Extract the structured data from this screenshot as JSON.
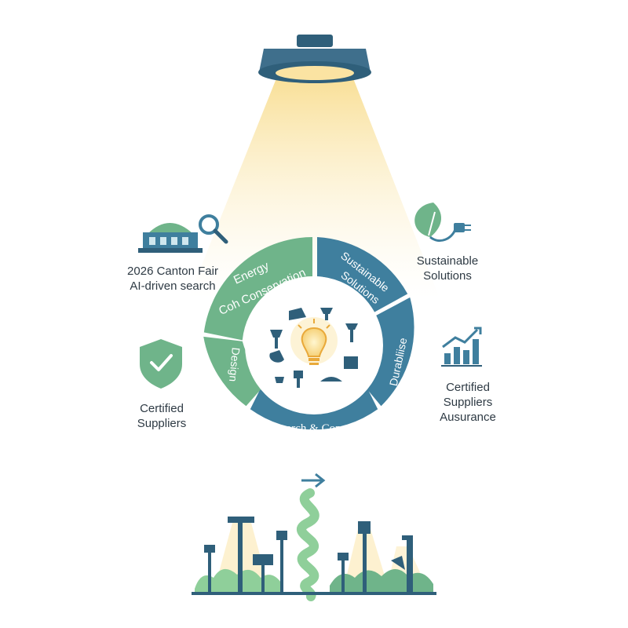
{
  "ring": {
    "segments": [
      {
        "line1": "Energy",
        "line2": "Coh Conservation"
      },
      {
        "line1": "Sustainable",
        "line2": "Solutions"
      },
      {
        "line1": "Durabliise"
      },
      {
        "line1": "Research & Compare"
      },
      {
        "line1": "Design"
      }
    ]
  },
  "labels": {
    "canton": {
      "line1": "2026 Canton Fair",
      "line2": "AI-driven search"
    },
    "sustainable": {
      "line1": "Sustainable",
      "line2": "Solutions"
    },
    "certified_left": {
      "line1": "Certified",
      "line2": "Suppliers"
    },
    "certified_right": {
      "line1": "Certified",
      "line2": "Suppliers",
      "line3": "Ausurance"
    }
  },
  "colors": {
    "green": "#6fb48a",
    "blue": "#3f7f9e",
    "navy": "#2f5f7a",
    "light_green": "#8fcf9a",
    "beam": "#fbe7b0"
  },
  "icons": [
    "ceiling-lamp-icon",
    "exhibition-hall-icon",
    "magnifier-icon",
    "leaf-plug-icon",
    "shield-check-icon",
    "growth-chart-icon",
    "lightbulb-icon",
    "arrow-right-icon"
  ]
}
